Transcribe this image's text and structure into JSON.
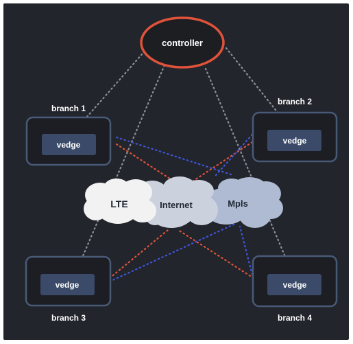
{
  "controller": {
    "label": "controller"
  },
  "branches": [
    {
      "name": "branch 1",
      "device": "vedge"
    },
    {
      "name": "branch 2",
      "device": "vedge"
    },
    {
      "name": "branch 3",
      "device": "vedge"
    },
    {
      "name": "branch 4",
      "device": "vedge"
    }
  ],
  "clouds": [
    {
      "label": "LTE"
    },
    {
      "label": "Internet"
    },
    {
      "label": "Mpls"
    }
  ],
  "colors": {
    "background": "#22252b",
    "controller_ring": "#e0533a",
    "box_border": "#495a78",
    "device_fill": "#3a4a68",
    "control_link": "#8b9099",
    "internet_link": "#e0533a",
    "mpls_link": "#3f55d9",
    "cloud_lte": "#f2f2f2",
    "cloud_internet": "#cbd2de",
    "cloud_mpls": "#aebbd2"
  }
}
